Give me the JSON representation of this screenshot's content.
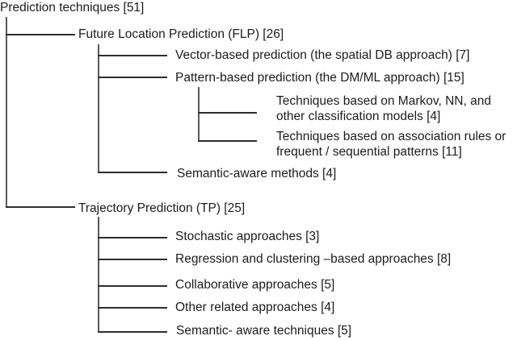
{
  "diagram": {
    "type": "taxonomy-tree",
    "background_color": "#ffffff",
    "text_color": "#1c1c1c",
    "line_color": "#2d2d2d",
    "tree": {
      "label": "Prediction techniques [51]",
      "count": 51,
      "children": [
        {
          "label": "Future Location Prediction (FLP) [26]",
          "count": 26,
          "children": [
            {
              "label": "Vector-based prediction (the spatial DB approach) [7]",
              "count": 7,
              "children": []
            },
            {
              "label": "Pattern-based prediction (the DM/ML approach) [15]",
              "count": 15,
              "children": [
                {
                  "label": "Techniques based on Markov, NN, and other classification models [4]",
                  "count": 4,
                  "children": []
                },
                {
                  "label": "Techniques based on association rules or frequent / sequential patterns [11]",
                  "count": 11,
                  "children": []
                }
              ]
            },
            {
              "label": "Semantic-aware methods [4]",
              "count": 4,
              "children": []
            }
          ]
        },
        {
          "label": "Trajectory Prediction (TP) [25]",
          "count": 25,
          "children": [
            {
              "label": "Stochastic approaches [3]",
              "count": 3,
              "children": []
            },
            {
              "label": "Regression and clustering –based approaches [8]",
              "count": 8,
              "children": []
            },
            {
              "label": "Collaborative approaches [5]",
              "count": 5,
              "children": []
            },
            {
              "label": "Other related approaches [4]",
              "count": 4,
              "children": []
            },
            {
              "label": "Semantic- aware techniques [5]",
              "count": 5,
              "children": []
            }
          ]
        }
      ]
    }
  }
}
